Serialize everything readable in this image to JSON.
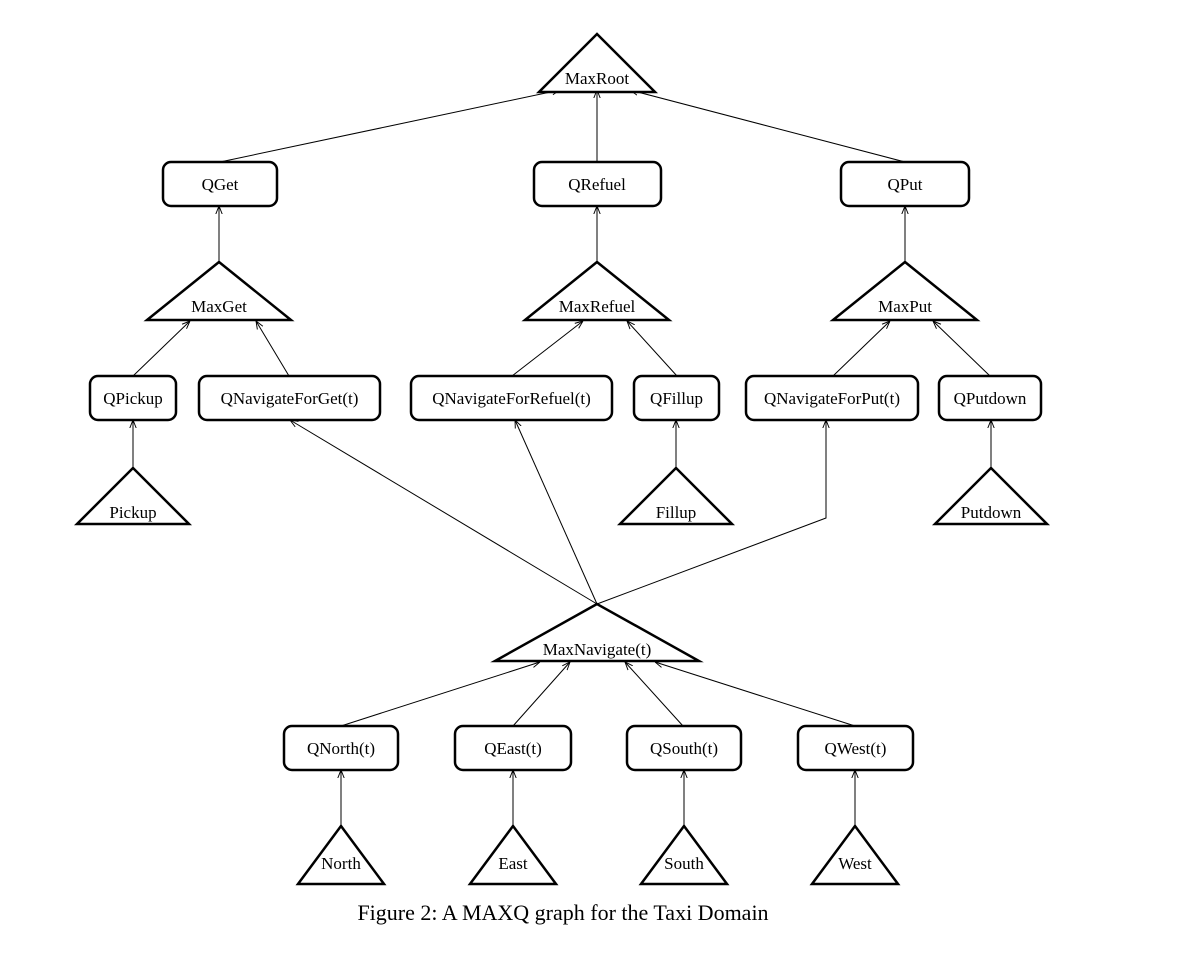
{
  "caption": "Figure 2: A MAXQ graph for the Taxi Domain",
  "nodes": {
    "maxroot": "MaxRoot",
    "qget": "QGet",
    "qrefuel": "QRefuel",
    "qput": "QPut",
    "maxget": "MaxGet",
    "maxrefuel": "MaxRefuel",
    "maxput": "MaxPut",
    "qpickup": "QPickup",
    "qnavget": "QNavigateForGet(t)",
    "qnavrefuel": "QNavigateForRefuel(t)",
    "qfillup": "QFillup",
    "qnavput": "QNavigateForPut(t)",
    "qputdown": "QPutdown",
    "pickup": "Pickup",
    "fillup": "Fillup",
    "putdown": "Putdown",
    "maxnav": "MaxNavigate(t)",
    "qnorth": "QNorth(t)",
    "qeast": "QEast(t)",
    "qsouth": "QSouth(t)",
    "qwest": "QWest(t)",
    "north": "North",
    "east": "East",
    "south": "South",
    "west": "West"
  },
  "edges": [
    [
      "qget",
      "maxroot"
    ],
    [
      "qrefuel",
      "maxroot"
    ],
    [
      "qput",
      "maxroot"
    ],
    [
      "maxget",
      "qget"
    ],
    [
      "maxrefuel",
      "qrefuel"
    ],
    [
      "maxput",
      "qput"
    ],
    [
      "qpickup",
      "maxget"
    ],
    [
      "qnavget",
      "maxget"
    ],
    [
      "qnavrefuel",
      "maxrefuel"
    ],
    [
      "qfillup",
      "maxrefuel"
    ],
    [
      "qnavput",
      "maxput"
    ],
    [
      "qputdown",
      "maxput"
    ],
    [
      "pickup",
      "qpickup"
    ],
    [
      "fillup",
      "qfillup"
    ],
    [
      "putdown",
      "qputdown"
    ],
    [
      "maxnav",
      "qnavget"
    ],
    [
      "maxnav",
      "qnavrefuel"
    ],
    [
      "maxnav",
      "qnavput"
    ],
    [
      "qnorth",
      "maxnav"
    ],
    [
      "qeast",
      "maxnav"
    ],
    [
      "qsouth",
      "maxnav"
    ],
    [
      "qwest",
      "maxnav"
    ],
    [
      "north",
      "qnorth"
    ],
    [
      "east",
      "qeast"
    ],
    [
      "south",
      "qsouth"
    ],
    [
      "west",
      "qwest"
    ]
  ]
}
